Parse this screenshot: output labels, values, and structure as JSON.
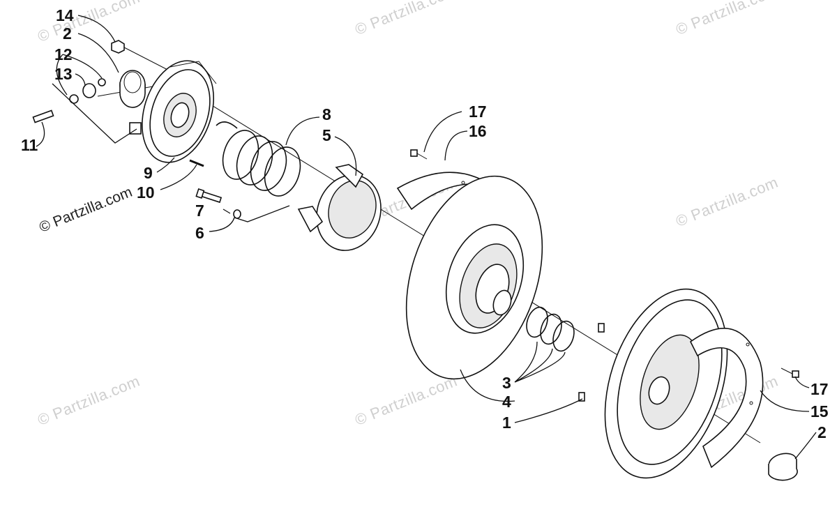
{
  "watermark": {
    "text": "© Partzilla.com",
    "bold_text": "© Partzilla.com"
  },
  "callouts": [
    {
      "id": "c14a",
      "label": "14"
    },
    {
      "id": "c2a",
      "label": "2"
    },
    {
      "id": "c12",
      "label": "12"
    },
    {
      "id": "c13",
      "label": "13"
    },
    {
      "id": "c11",
      "label": "11"
    },
    {
      "id": "c9",
      "label": "9"
    },
    {
      "id": "c10",
      "label": "10"
    },
    {
      "id": "c7",
      "label": "7"
    },
    {
      "id": "c6",
      "label": "6"
    },
    {
      "id": "c8",
      "label": "8"
    },
    {
      "id": "c5",
      "label": "5"
    },
    {
      "id": "c17a",
      "label": "17"
    },
    {
      "id": "c16",
      "label": "16"
    },
    {
      "id": "c3",
      "label": "3"
    },
    {
      "id": "c4",
      "label": "4"
    },
    {
      "id": "c1",
      "label": "1"
    },
    {
      "id": "c17b",
      "label": "17"
    },
    {
      "id": "c15",
      "label": "15"
    },
    {
      "id": "c2b",
      "label": "2"
    }
  ]
}
